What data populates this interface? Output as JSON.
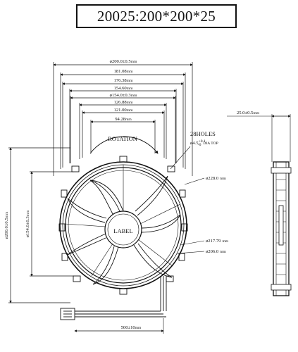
{
  "title": "20025:200*200*25",
  "dimensions": {
    "d1": "ø200.0±0.5",
    "d1_unit": "mm",
    "d2": "181.08",
    "d2_unit": "mm",
    "d3": "176.38",
    "d3_unit": "mm",
    "d4": "154.60",
    "d4_unit": "mm",
    "d5": "ø154.0±0.3",
    "d5_unit": "mm",
    "d6": "126.88",
    "d6_unit": "mm",
    "d7": "121.00",
    "d7_unit": "mm",
    "d8": "94.28",
    "d8_unit": "mm"
  },
  "left_dims": {
    "outer": "ø200.0±0.5",
    "outer_unit": "mm",
    "inner": "ø154.0±0.3",
    "inner_unit": "mm"
  },
  "side_dim": "25.0±0.5",
  "side_dim_unit": "mm",
  "rotation": "ROTATION",
  "holes": {
    "count": "28HOLES",
    "spec": "ø4.5",
    "tol_up": "+0.1",
    "tol_down": "-0",
    "dia_label": "DIA TOP"
  },
  "callouts": {
    "c1": "ø228.0",
    "c1_unit": "mm",
    "c2": "ø217.79",
    "c2_unit": "mm",
    "c3": "ø206.0",
    "c3_unit": "mm"
  },
  "label_text": "LABEL",
  "cable": "500±10",
  "cable_unit": "mm"
}
